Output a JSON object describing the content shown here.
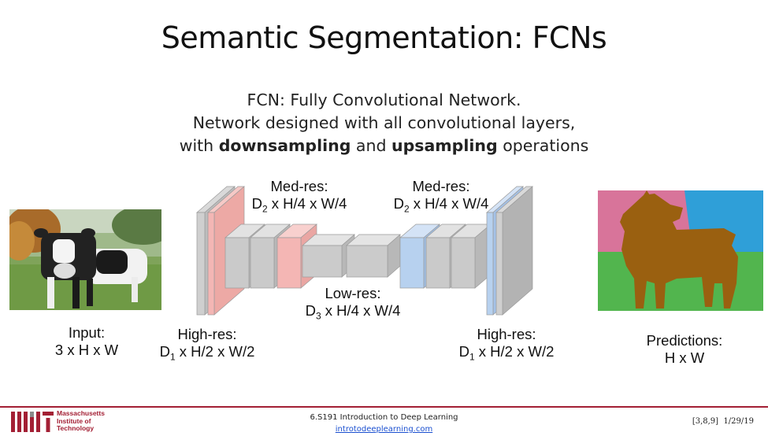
{
  "slide": {
    "title": "Semantic Segmentation: FCNs",
    "subtitle_line1": "FCN: Fully Convolutional Network.",
    "subtitle_line2": "Network designed with all convolutional layers,",
    "subtitle_line3_pre": "with ",
    "subtitle_bold1": "downsampling",
    "subtitle_mid": " and ",
    "subtitle_bold2": "upsampling",
    "subtitle_post": " operations"
  },
  "diagram": {
    "input_label": "Input:",
    "input_dims": "3 x H x W",
    "high_res_left_label": "High-res:",
    "high_res_left_dims_pre": "D",
    "high_res_left_dims_sub": "1",
    "high_res_left_dims_post": " x H/2 x W/2",
    "med_res_left_label": "Med-res:",
    "med_res_left_dims_pre": "D",
    "med_res_left_dims_sub": "2",
    "med_res_left_dims_post": " x H/4 x W/4",
    "low_res_label": "Low-res:",
    "low_res_dims_pre": "D",
    "low_res_dims_sub": "3",
    "low_res_dims_post": " x H/4 x W/4",
    "med_res_right_label": "Med-res:",
    "med_res_right_dims_pre": "D",
    "med_res_right_dims_sub": "2",
    "med_res_right_dims_post": " x H/4 x W/4",
    "high_res_right_label": "High-res:",
    "high_res_right_dims_pre": "D",
    "high_res_right_dims_sub": "1",
    "high_res_right_dims_post": " x H/2 x W/2",
    "predictions_label": "Predictions:",
    "predictions_dims": "H x W"
  },
  "colors": {
    "block_gray": "#c9c9c9",
    "block_pink": "#f4b6b4",
    "block_blue": "#b7d1ef",
    "mask_pink": "#d8749a",
    "mask_cyan": "#2f9fd8",
    "mask_green": "#52b54e",
    "mask_brown": "#9a6010",
    "mit_red": "#a31f34"
  },
  "footer": {
    "mit_line1": "Massachusetts",
    "mit_line2": "Institute of",
    "mit_line3": "Technology",
    "course_title": "6.S191 Introduction to Deep Learning",
    "course_link": "introtodeeplearning.com",
    "references": "[3,8,9]",
    "date": "1/29/19"
  }
}
